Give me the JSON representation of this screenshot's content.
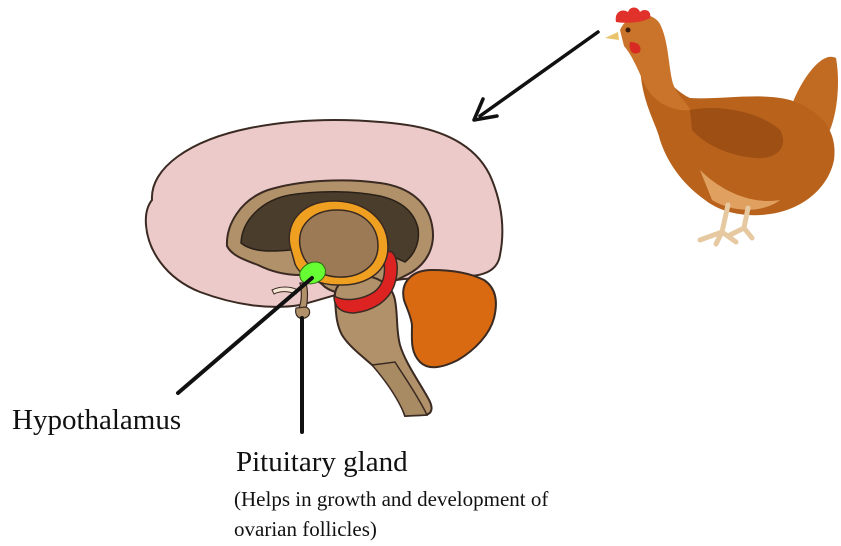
{
  "labels": {
    "hypothalamus": "Hypothalamus",
    "pituitary": "Pituitary gland",
    "note_line1": "(Helps in growth and development of",
    "note_line2": "ovarian follicles)"
  },
  "colors": {
    "cerebrum": "#eccaca",
    "inner_tan": "#b0916a",
    "ventricle": "#4a3d2c",
    "thalamus": "#9c7a55",
    "thalamus_ring": "#f0a020",
    "hypothalamus": "#66ff33",
    "pons_red": "#dd2222",
    "cerebellum": "#d96a12",
    "hen_body": "#b8621c",
    "comb": "#e0322a"
  }
}
